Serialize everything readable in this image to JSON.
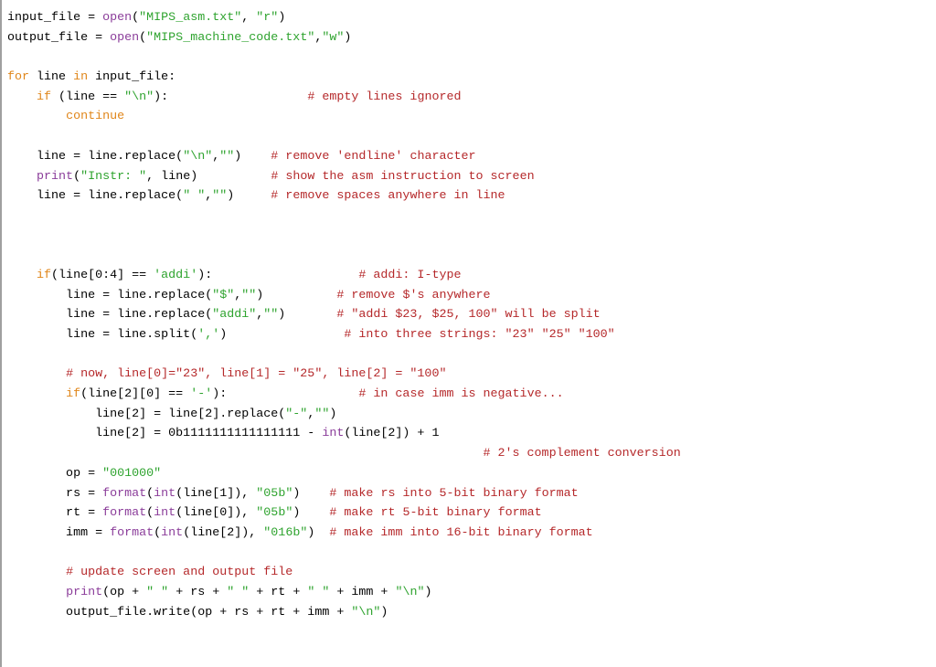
{
  "editor": {
    "language": "python",
    "colors": {
      "keyword": "#e0861a",
      "builtin": "#8b3d9a",
      "string": "#2ea32e",
      "comment": "#b5282a",
      "text": "#000000",
      "background": "#ffffff"
    },
    "lines": [
      [
        {
          "t": "tx",
          "v": "input_file = "
        },
        {
          "t": "bi",
          "v": "open"
        },
        {
          "t": "tx",
          "v": "("
        },
        {
          "t": "st",
          "v": "\"MIPS_asm.txt\""
        },
        {
          "t": "tx",
          "v": ", "
        },
        {
          "t": "st",
          "v": "\"r\""
        },
        {
          "t": "tx",
          "v": ")"
        }
      ],
      [
        {
          "t": "tx",
          "v": "output_file = "
        },
        {
          "t": "bi",
          "v": "open"
        },
        {
          "t": "tx",
          "v": "("
        },
        {
          "t": "st",
          "v": "\"MIPS_machine_code.txt\""
        },
        {
          "t": "tx",
          "v": ","
        },
        {
          "t": "st",
          "v": "\"w\""
        },
        {
          "t": "tx",
          "v": ")"
        }
      ],
      [],
      [
        {
          "t": "kw",
          "v": "for"
        },
        {
          "t": "tx",
          "v": " line "
        },
        {
          "t": "kw",
          "v": "in"
        },
        {
          "t": "tx",
          "v": " input_file:"
        }
      ],
      [
        {
          "t": "tx",
          "v": "    "
        },
        {
          "t": "kw",
          "v": "if"
        },
        {
          "t": "tx",
          "v": " (line == "
        },
        {
          "t": "st",
          "v": "\"\\n\""
        },
        {
          "t": "tx",
          "v": "):                   "
        },
        {
          "t": "cm",
          "v": "# empty lines ignored"
        }
      ],
      [
        {
          "t": "tx",
          "v": "        "
        },
        {
          "t": "kw",
          "v": "continue"
        }
      ],
      [],
      [
        {
          "t": "tx",
          "v": "    line = line.replace("
        },
        {
          "t": "st",
          "v": "\"\\n\""
        },
        {
          "t": "tx",
          "v": ","
        },
        {
          "t": "st",
          "v": "\"\""
        },
        {
          "t": "tx",
          "v": ")    "
        },
        {
          "t": "cm",
          "v": "# remove 'endline' character"
        }
      ],
      [
        {
          "t": "tx",
          "v": "    "
        },
        {
          "t": "bi",
          "v": "print"
        },
        {
          "t": "tx",
          "v": "("
        },
        {
          "t": "st",
          "v": "\"Instr: \""
        },
        {
          "t": "tx",
          "v": ", line)          "
        },
        {
          "t": "cm",
          "v": "# show the asm instruction to screen"
        }
      ],
      [
        {
          "t": "tx",
          "v": "    line = line.replace("
        },
        {
          "t": "st",
          "v": "\" \""
        },
        {
          "t": "tx",
          "v": ","
        },
        {
          "t": "st",
          "v": "\"\""
        },
        {
          "t": "tx",
          "v": ")     "
        },
        {
          "t": "cm",
          "v": "# remove spaces anywhere in line"
        }
      ],
      [],
      [],
      [],
      [
        {
          "t": "tx",
          "v": "    "
        },
        {
          "t": "kw",
          "v": "if"
        },
        {
          "t": "tx",
          "v": "(line[0:4] == "
        },
        {
          "t": "st",
          "v": "'addi'"
        },
        {
          "t": "tx",
          "v": "):                    "
        },
        {
          "t": "cm",
          "v": "# addi: I-type"
        }
      ],
      [
        {
          "t": "tx",
          "v": "        line = line.replace("
        },
        {
          "t": "st",
          "v": "\"$\""
        },
        {
          "t": "tx",
          "v": ","
        },
        {
          "t": "st",
          "v": "\"\""
        },
        {
          "t": "tx",
          "v": ")          "
        },
        {
          "t": "cm",
          "v": "# remove $'s anywhere"
        }
      ],
      [
        {
          "t": "tx",
          "v": "        line = line.replace("
        },
        {
          "t": "st",
          "v": "\"addi\""
        },
        {
          "t": "tx",
          "v": ","
        },
        {
          "t": "st",
          "v": "\"\""
        },
        {
          "t": "tx",
          "v": ")       "
        },
        {
          "t": "cm",
          "v": "# \"addi $23, $25, 100\" will be split"
        }
      ],
      [
        {
          "t": "tx",
          "v": "        line = line.split("
        },
        {
          "t": "st",
          "v": "','"
        },
        {
          "t": "tx",
          "v": ")                "
        },
        {
          "t": "cm",
          "v": "# into three strings: \"23\" \"25\" \"100\""
        }
      ],
      [],
      [
        {
          "t": "tx",
          "v": "        "
        },
        {
          "t": "cm",
          "v": "# now, line[0]=\"23\", line[1] = \"25\", line[2] = \"100\""
        }
      ],
      [
        {
          "t": "tx",
          "v": "        "
        },
        {
          "t": "kw",
          "v": "if"
        },
        {
          "t": "tx",
          "v": "(line[2][0] == "
        },
        {
          "t": "st",
          "v": "'-'"
        },
        {
          "t": "tx",
          "v": "):                  "
        },
        {
          "t": "cm",
          "v": "# in case imm is negative..."
        }
      ],
      [
        {
          "t": "tx",
          "v": "            line[2] = line[2].replace("
        },
        {
          "t": "st",
          "v": "\"-\""
        },
        {
          "t": "tx",
          "v": ","
        },
        {
          "t": "st",
          "v": "\"\""
        },
        {
          "t": "tx",
          "v": ")"
        }
      ],
      [
        {
          "t": "tx",
          "v": "            line[2] = 0b1111111111111111 - "
        },
        {
          "t": "bi",
          "v": "int"
        },
        {
          "t": "tx",
          "v": "(line[2]) + 1"
        }
      ],
      [
        {
          "t": "tx",
          "v": "                                                                 "
        },
        {
          "t": "cm",
          "v": "# 2's complement conversion"
        }
      ],
      [
        {
          "t": "tx",
          "v": "        op = "
        },
        {
          "t": "st",
          "v": "\"001000\""
        }
      ],
      [
        {
          "t": "tx",
          "v": "        rs = "
        },
        {
          "t": "bi",
          "v": "format"
        },
        {
          "t": "tx",
          "v": "("
        },
        {
          "t": "bi",
          "v": "int"
        },
        {
          "t": "tx",
          "v": "(line[1]), "
        },
        {
          "t": "st",
          "v": "\"05b\""
        },
        {
          "t": "tx",
          "v": ")    "
        },
        {
          "t": "cm",
          "v": "# make rs into 5-bit binary format"
        }
      ],
      [
        {
          "t": "tx",
          "v": "        rt = "
        },
        {
          "t": "bi",
          "v": "format"
        },
        {
          "t": "tx",
          "v": "("
        },
        {
          "t": "bi",
          "v": "int"
        },
        {
          "t": "tx",
          "v": "(line[0]), "
        },
        {
          "t": "st",
          "v": "\"05b\""
        },
        {
          "t": "tx",
          "v": ")    "
        },
        {
          "t": "cm",
          "v": "# make rt 5-bit binary format"
        }
      ],
      [
        {
          "t": "tx",
          "v": "        imm = "
        },
        {
          "t": "bi",
          "v": "format"
        },
        {
          "t": "tx",
          "v": "("
        },
        {
          "t": "bi",
          "v": "int"
        },
        {
          "t": "tx",
          "v": "(line[2]), "
        },
        {
          "t": "st",
          "v": "\"016b\""
        },
        {
          "t": "tx",
          "v": ")  "
        },
        {
          "t": "cm",
          "v": "# make imm into 16-bit binary format"
        }
      ],
      [],
      [
        {
          "t": "tx",
          "v": "        "
        },
        {
          "t": "cm",
          "v": "# update screen and output file"
        }
      ],
      [
        {
          "t": "tx",
          "v": "        "
        },
        {
          "t": "bi",
          "v": "print"
        },
        {
          "t": "tx",
          "v": "(op + "
        },
        {
          "t": "st",
          "v": "\" \""
        },
        {
          "t": "tx",
          "v": " + rs + "
        },
        {
          "t": "st",
          "v": "\" \""
        },
        {
          "t": "tx",
          "v": " + rt + "
        },
        {
          "t": "st",
          "v": "\" \""
        },
        {
          "t": "tx",
          "v": " + imm + "
        },
        {
          "t": "st",
          "v": "\"\\n\""
        },
        {
          "t": "tx",
          "v": ")"
        }
      ],
      [
        {
          "t": "tx",
          "v": "        output_file.write(op + rs + rt + imm + "
        },
        {
          "t": "st",
          "v": "\"\\n\""
        },
        {
          "t": "tx",
          "v": ")"
        }
      ]
    ]
  }
}
